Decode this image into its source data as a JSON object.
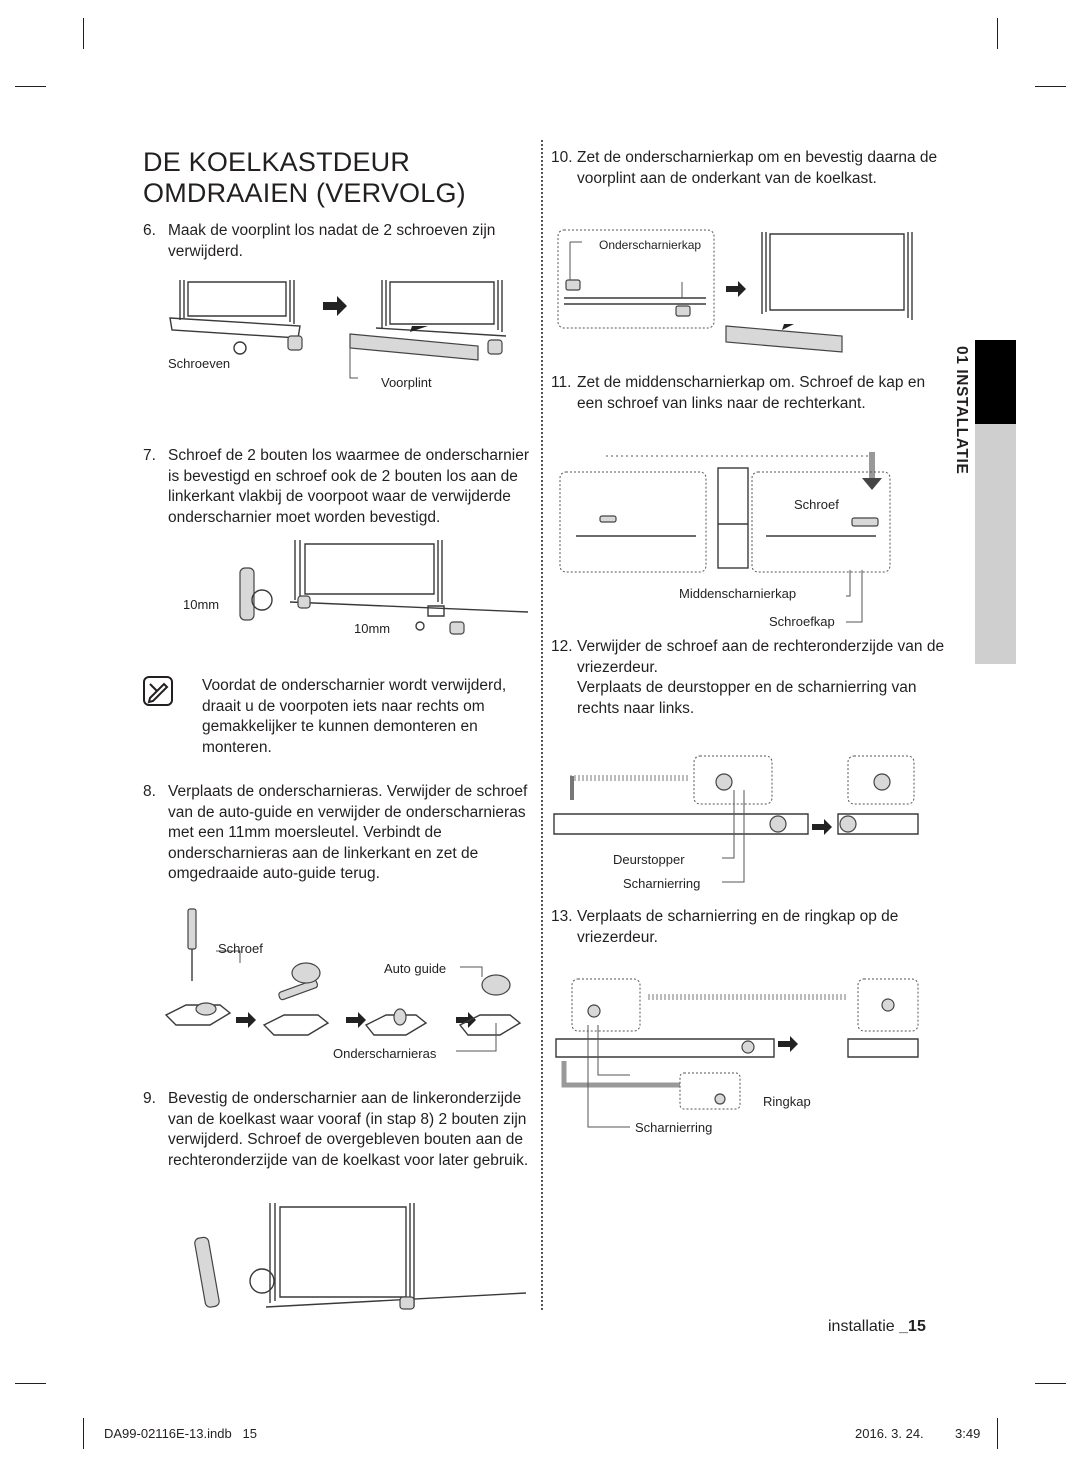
{
  "title": {
    "line1": "DE KOELKASTDEUR",
    "line2": "OMDRAAIEN (VERVOLG)"
  },
  "side_tab": {
    "label": "01 INSTALLATIE"
  },
  "steps": {
    "s6": {
      "num": "6.",
      "text": "Maak de voorplint los nadat de 2 schroeven zijn verwijderd."
    },
    "s7": {
      "num": "7.",
      "text": "Schroef de 2 bouten los waarmee de onderscharnier is bevestigd en schroef ook de 2 bouten los aan de linkerkant vlakbij de voorpoot waar de verwijderde onderscharnier moet worden bevestigd."
    },
    "note": {
      "text": "Voordat de onderscharnier wordt verwijderd, draait u de voorpoten iets naar rechts om gemakkelijker te kunnen demonteren en monteren."
    },
    "s8": {
      "num": "8.",
      "text": "Verplaats de onderscharnieras. Verwijder de schroef van de auto-guide en verwijder de onderscharnieras met een 11mm moersleutel. Verbindt de onderscharnieras aan de linkerkant en zet de omgedraaide auto-guide terug."
    },
    "s9": {
      "num": "9.",
      "text": "Bevestig de onderscharnier aan de linkeronderzijde van de koelkast waar vooraf (in stap 8) 2 bouten zijn verwijderd. Schroef de overgebleven bouten aan de rechteronderzijde van de koelkast voor later gebruik."
    },
    "s10": {
      "num": "10.",
      "text": "Zet de onderscharnierkap om en bevestig daarna de voorplint aan de onderkant van de koelkast."
    },
    "s11": {
      "num": "11.",
      "text": "Zet de middenscharnierkap om. Schroef de kap en een schroef van links naar de rechterkant."
    },
    "s12": {
      "num": "12.",
      "text": "Verwijder de schroef aan de rechteronderzijde van de vriezerdeur.",
      "text2": "Verplaats de deurstopper en de scharnierring van rechts naar links."
    },
    "s13": {
      "num": "13.",
      "text": "Verplaats de scharnierring en de ringkap op de vriezerdeur."
    }
  },
  "labels": {
    "schroeven": "Schroeven",
    "voorplint": "Voorplint",
    "mm10_a": "10mm",
    "mm10_b": "10mm",
    "schroef_8": "Schroef",
    "auto_guide": "Auto guide",
    "onderscharnieras": "Onderscharnieras",
    "onderscharnierkap": "Onderscharnierkap",
    "schroef_11": "Schroef",
    "middenscharnierkap": "Middenscharnierkap",
    "schroefkap": "Schroefkap",
    "deurstopper": "Deurstopper",
    "scharnierring_12": "Scharnierring",
    "ringkap": "Ringkap",
    "scharnierring_13": "Scharnierring"
  },
  "page_footer": {
    "section": "installatie",
    "page": "_15"
  },
  "print_footer": {
    "file": "DA99-02116E-13.indb",
    "file_page": "15",
    "date": "2016. 3. 24.",
    "time": "3:49"
  }
}
